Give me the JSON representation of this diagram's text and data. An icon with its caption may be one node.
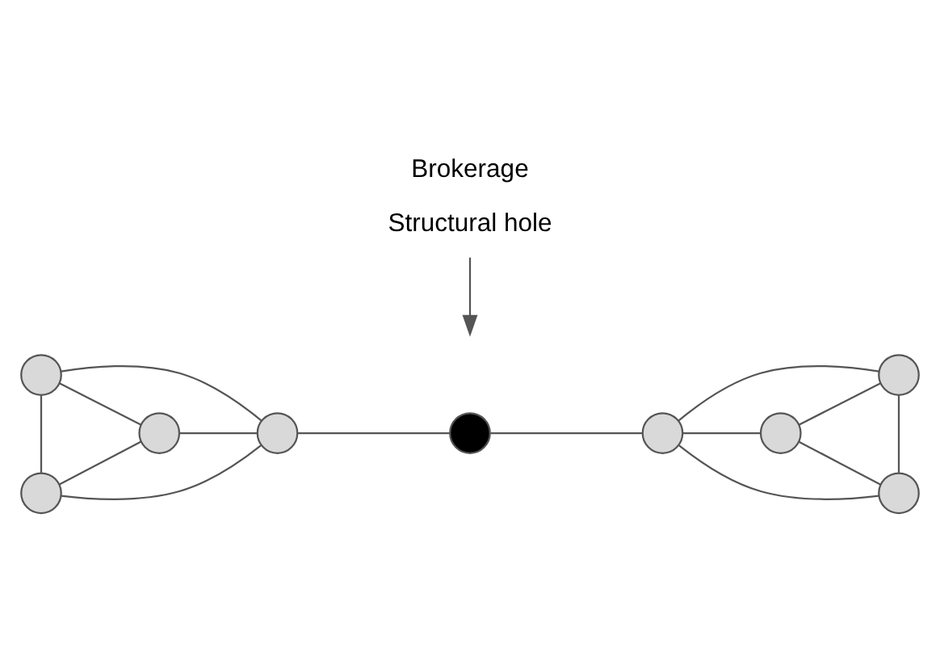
{
  "diagram": {
    "title": "Brokerage",
    "nodes": [
      {
        "text": [],
        "shape": "circle"
      },
      {
        "text": [],
        "shape": "circle"
      },
      {
        "text": [],
        "shape": "circle"
      },
      {
        "text": [],
        "shape": "circle"
      },
      {
        "text": [],
        "shape": "circle"
      },
      {
        "text": [],
        "shape": "circle"
      },
      {
        "text": [],
        "shape": "circle"
      },
      {
        "text": [],
        "shape": "circle"
      },
      {
        "text": [],
        "shape": "circle"
      },
      {
        "text": [
          "Structural hole"
        ]
      }
    ],
    "edges": [
      {
        "from": 0,
        "to": 1,
        "arrow": "none"
      },
      {
        "from": 0,
        "to": 2,
        "arrow": "none"
      },
      {
        "from": 1,
        "to": 3,
        "arrow": "none"
      },
      {
        "from": 2,
        "to": 3,
        "arrow": "none"
      },
      {
        "from": 0,
        "to": 3,
        "arrow": "none"
      },
      {
        "from": 1,
        "to": 2,
        "arrow": "none"
      },
      {
        "from": 2,
        "to": 4,
        "arrow": "none"
      },
      {
        "from": 4,
        "to": 6,
        "arrow": "none"
      },
      {
        "from": 5,
        "to": 6,
        "arrow": "none"
      },
      {
        "from": 5,
        "to": 7,
        "arrow": "none"
      },
      {
        "from": 6,
        "to": 8,
        "arrow": "none"
      },
      {
        "from": 7,
        "to": 8,
        "arrow": "none"
      },
      {
        "from": 5,
        "to": 8,
        "arrow": "none"
      },
      {
        "from": 6,
        "to": 7,
        "arrow": "none"
      },
      {
        "from": 9,
        "to": null,
        "arrow": "to"
      }
    ]
  }
}
